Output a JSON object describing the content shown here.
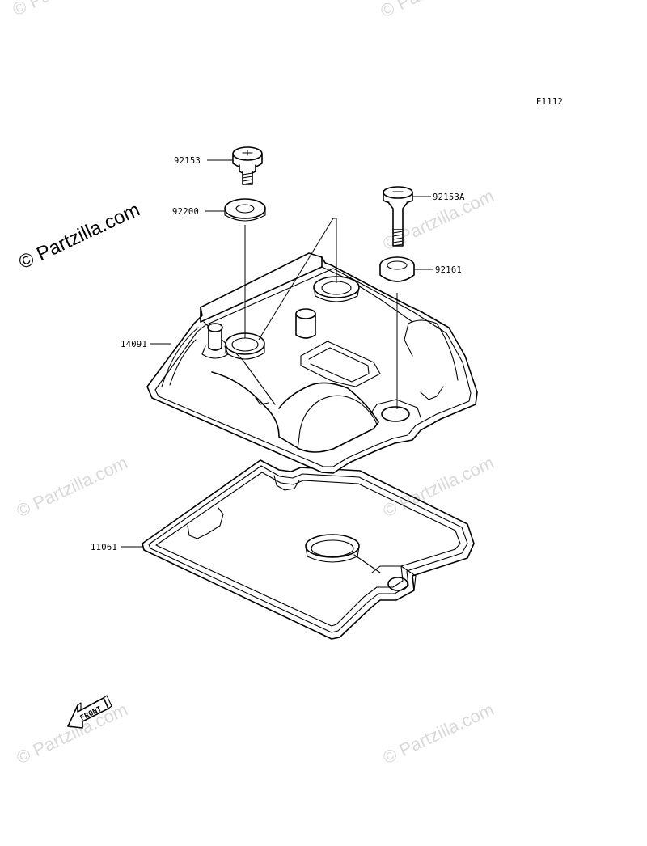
{
  "diagram_code": "E1112",
  "watermark": {
    "text": "© Partzilla.com",
    "prominent_text": "© Partzilla.com"
  },
  "callouts": [
    {
      "part_number": "92153"
    },
    {
      "part_number": "92200"
    },
    {
      "part_number": "92153A"
    },
    {
      "part_number": "92161"
    },
    {
      "part_number": "14091"
    },
    {
      "part_number": "11061"
    }
  ],
  "front_arrow": {
    "label": "FRONT"
  }
}
